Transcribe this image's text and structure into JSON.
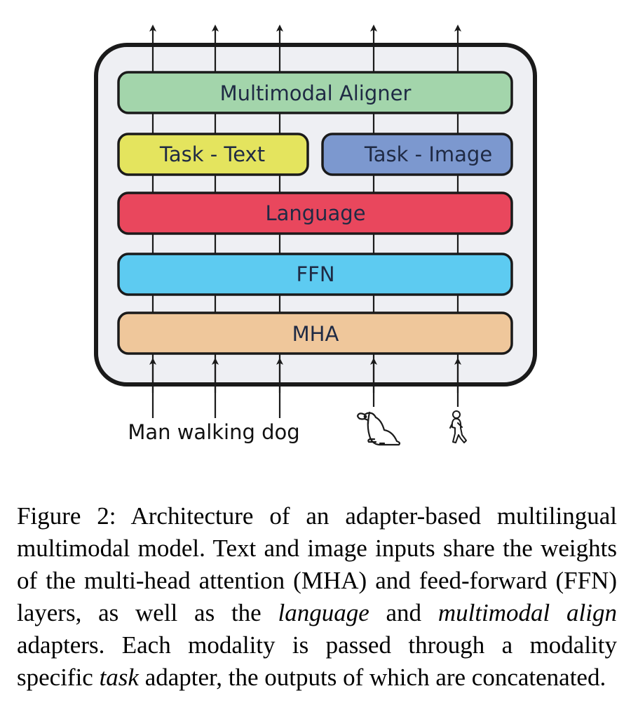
{
  "layers": {
    "aligner": "Multimodal Aligner",
    "task_text": "Task - Text",
    "task_image": "Task - Image",
    "language": "Language",
    "ffn": "FFN",
    "mha": "MHA"
  },
  "input_text": "Man walking dog",
  "icons": [
    "dog-icon",
    "walking-person-icon"
  ],
  "colors": {
    "aligner": "#a3d5ab",
    "task_text": "#e4e45e",
    "task_image": "#7c98cf",
    "language": "#e9475d",
    "ffn": "#5dcbf1",
    "mha": "#efc79b",
    "container": "#eeeff3"
  },
  "caption": {
    "p1": "Figure 2: Architecture of an adapter-based multilingual multimodal model.  Text and image inputs share the weights of the multi-head attention (MHA) and feed-forward (FFN) layers, as well as the ",
    "e1": "language",
    "p2": " and ",
    "e2": "multimodal align",
    "p3": " adapters.  Each modality is passed through a modality specific ",
    "e3": "task",
    "p4": " adapter, the outputs of which are concatenated."
  }
}
